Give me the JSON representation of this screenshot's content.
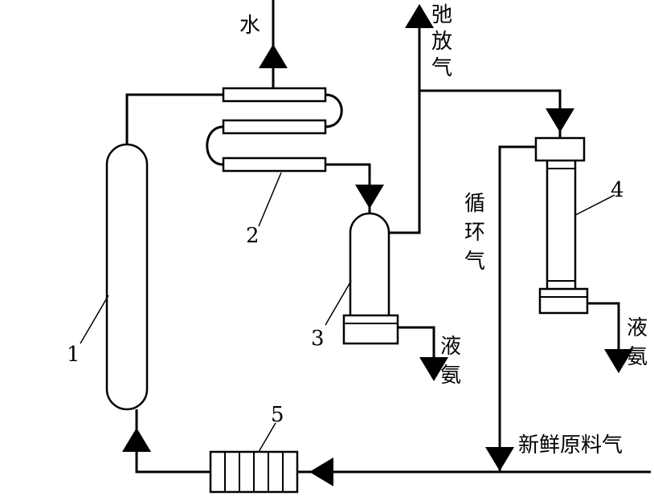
{
  "labels": {
    "water": "水",
    "purge_gas": [
      "弛",
      "放",
      "气"
    ],
    "recycle_gas": [
      "循",
      "环",
      "气"
    ],
    "liquid_ammonia_3": [
      "液",
      "氨"
    ],
    "liquid_ammonia_4": [
      "液",
      "氨"
    ],
    "fresh_feed_gas": "新鲜原料气"
  },
  "equipment_numbers": {
    "n1": "1",
    "n2": "2",
    "n3": "3",
    "n4": "4",
    "n5": "5"
  }
}
